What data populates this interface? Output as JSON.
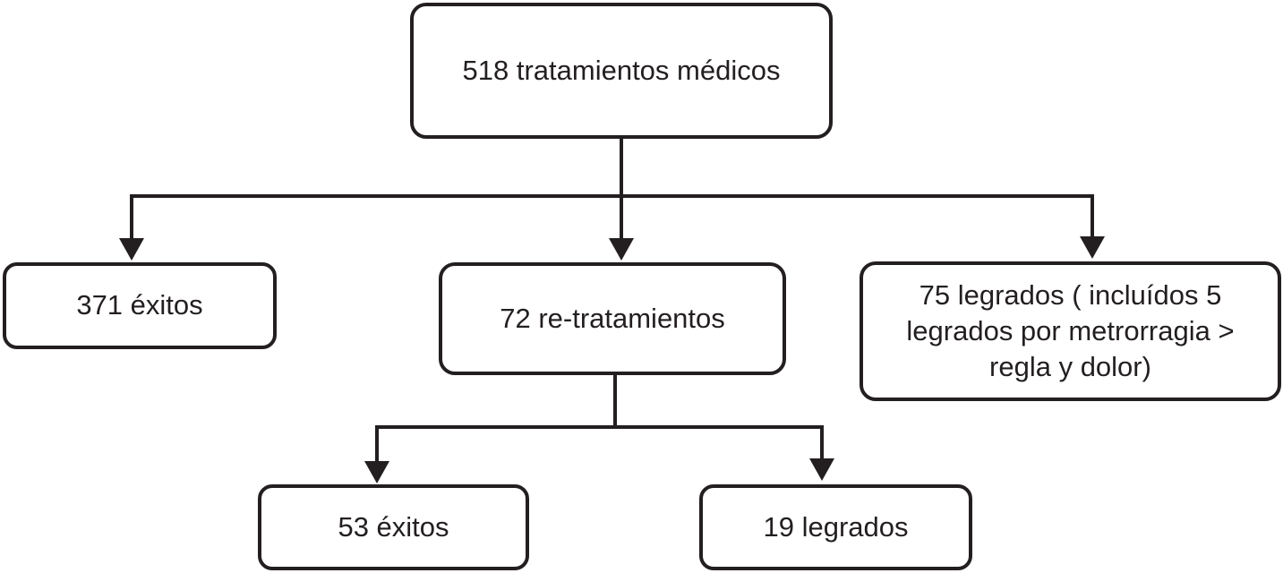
{
  "diagram": {
    "type": "flowchart",
    "language": "es",
    "colors": {
      "stroke": "#231f20",
      "text": "#231f20",
      "background": "#ffffff"
    },
    "nodes": {
      "root": {
        "label": "518 tratamientos médicos",
        "value": 518
      },
      "exitos": {
        "label": "371 éxitos",
        "value": 371
      },
      "retratamientos": {
        "label": "72 re-tratamientos",
        "value": 72
      },
      "legrados": {
        "label": "75 legrados ( incluídos 5 legrados por metrorragia > regla y dolor)",
        "value": 75
      },
      "exitos_retratamiento": {
        "label": "53 éxitos",
        "value": 53
      },
      "legrados_retratamiento": {
        "label": "19 legrados",
        "value": 19
      }
    },
    "edges": [
      {
        "from": "root",
        "to": "exitos"
      },
      {
        "from": "root",
        "to": "retratamientos"
      },
      {
        "from": "root",
        "to": "legrados"
      },
      {
        "from": "retratamientos",
        "to": "exitos_retratamiento"
      },
      {
        "from": "retratamientos",
        "to": "legrados_retratamiento"
      }
    ]
  }
}
